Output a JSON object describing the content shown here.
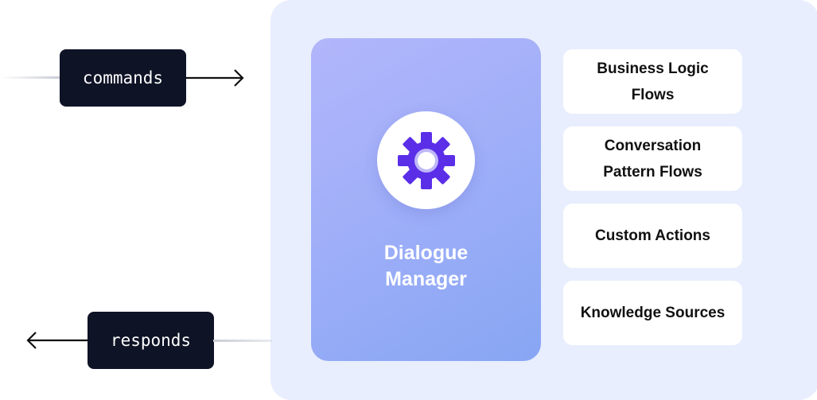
{
  "commands_label": "commands",
  "responds_label": "responds",
  "dialogue_manager": {
    "title_line1": "Dialogue",
    "title_line2": "Manager",
    "icon": "gear-icon"
  },
  "flows": [
    {
      "line1": "Business Logic",
      "line2": "Flows"
    },
    {
      "line1": "Conversation",
      "line2": "Pattern Flows"
    },
    {
      "line1": "Custom Actions",
      "line2": ""
    },
    {
      "line1": "Knowledge Sources",
      "line2": ""
    }
  ],
  "colors": {
    "panel": "#e8eefd",
    "tag_bg": "#0f1326",
    "gear": "#5b2ee8",
    "gear_inner": "#bfb8f8"
  }
}
